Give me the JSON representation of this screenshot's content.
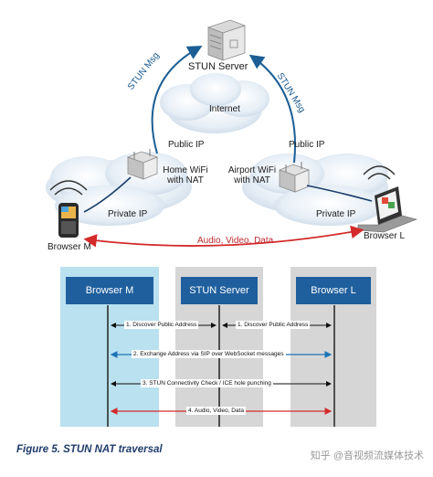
{
  "nodes": {
    "stun_server": "STUN Server",
    "internet": "Internet",
    "home_wifi": "Home WiFi\nwith NAT",
    "airport_wifi": "Airport WiFi\nwith NAT",
    "browser_m": "Browser M",
    "browser_l": "Browser L"
  },
  "edges": {
    "stun_msg_left": "STUN Msg",
    "stun_msg_right": "STUN Msg",
    "public_ip_left": "Public IP",
    "public_ip_right": "Public IP",
    "private_ip_left": "Private IP",
    "private_ip_right": "Private IP",
    "media": "Audio, Video, Data"
  },
  "sequence": {
    "lanes": [
      "Browser M",
      "STUN Server",
      "Browser L"
    ],
    "steps": [
      {
        "left": "1. Discover Public Address",
        "right": "1. Discover Public Address"
      },
      {
        "text": "2. Exchange Address via SIP over WebSocket messages"
      },
      {
        "text": "3. STUN Connectivity Check / ICE hole punching"
      },
      {
        "text": "4. Audio, Video, Data"
      }
    ]
  },
  "caption": "Figure 5. STUN NAT traversal",
  "watermark": "知乎 @音视频流媒体技术",
  "colors": {
    "lane_head": "#1f5f9d",
    "lane_m": "#b9e1ef",
    "lane_gray": "#d6d6d6",
    "arrow_blue": "#1c74b6",
    "arrow_red": "#d42a2a",
    "link_blue": "#1b5e95"
  }
}
